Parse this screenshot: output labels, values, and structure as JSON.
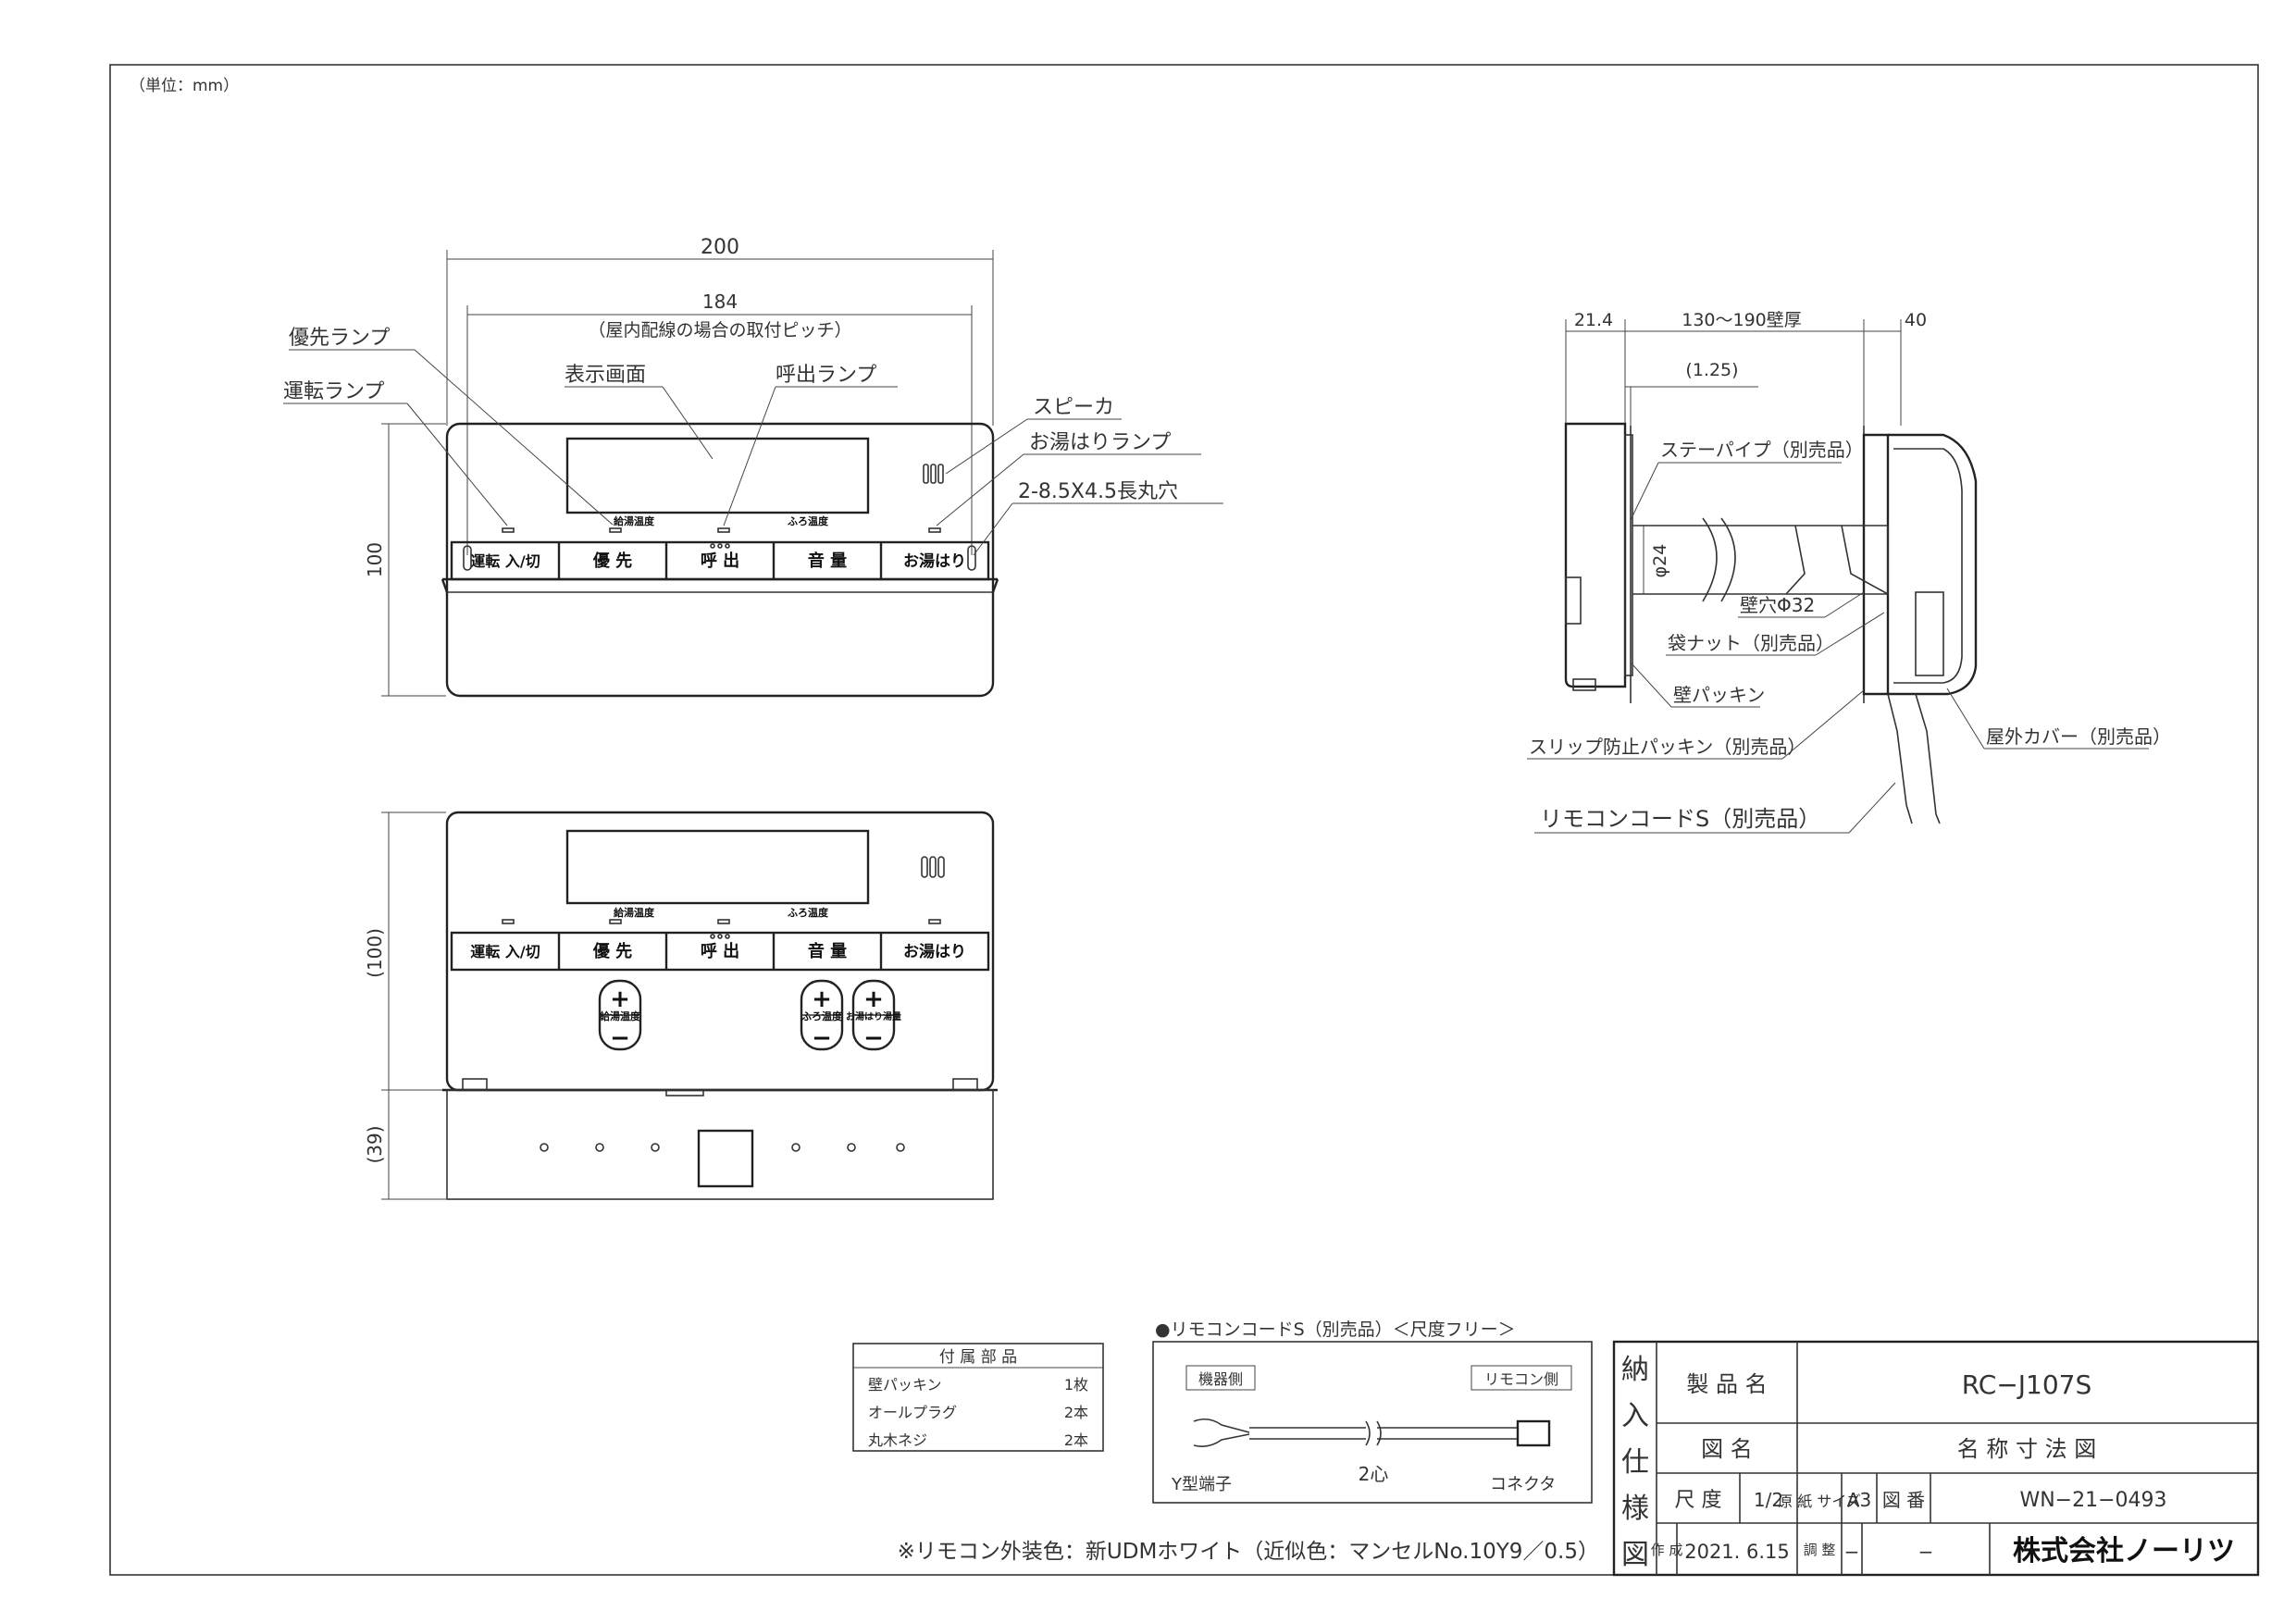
{
  "unit_note": "（単位：mm）",
  "front_view": {
    "dim_width": "200",
    "dim_pitch": "184",
    "dim_pitch_note": "（屋内配線の場合の取付ピッチ）",
    "dim_height": "100",
    "labels": {
      "yusen_lamp": "優先ランプ",
      "unten_lamp": "運転ランプ",
      "display": "表示画面",
      "call_lamp": "呼出ランプ",
      "speaker": "スピーカ",
      "oyuhari_lamp": "お湯はりランプ",
      "long_hole": "2-8.5X4.5長丸穴"
    },
    "buttons": [
      "運転 入/切",
      "優 先",
      "呼 出",
      "音 量",
      "お湯はり"
    ],
    "lamp_labels": [
      "給湯温度",
      "ふろ温度"
    ]
  },
  "open_view": {
    "dim_height": "(100)",
    "dim_lower": "(39)",
    "buttons": [
      "運転 入/切",
      "優 先",
      "呼 出",
      "音 量",
      "お湯はり"
    ],
    "lamp_labels": [
      "給湯温度",
      "ふろ温度"
    ],
    "temp_labels": [
      "給湯温度",
      "ふろ温度",
      "お湯はり湯量"
    ]
  },
  "side_view": {
    "dims": [
      "21.4",
      "130～190壁厚",
      "40",
      "(1.25)"
    ],
    "phi24": "φ24",
    "labels": {
      "stay_pipe": "ステーパイプ（別売品）",
      "wall_hole": "壁穴Φ32",
      "bag_nut": "袋ナット（別売品）",
      "wall_packing": "壁パッキン",
      "slip_packing": "スリップ防止パッキン（別売品）",
      "outdoor_cover": "屋外カバー（別売品）",
      "cord": "リモコンコードS（別売品）"
    }
  },
  "accessories": {
    "title": "付 属 部 品",
    "items": [
      {
        "name": "壁パッキン",
        "qty": "1枚"
      },
      {
        "name": "オールプラグ",
        "qty": "2本"
      },
      {
        "name": "丸木ネジ",
        "qty": "2本"
      }
    ]
  },
  "cord": {
    "title": "●リモコンコードS（別売品）＜尺度フリー＞",
    "device_side": "機器側",
    "remote_side": "リモコン側",
    "y_terminal": "Y型端子",
    "core": "2心",
    "connector": "コネクタ"
  },
  "color_note": "※リモコン外装色：新UDMホワイト（近似色：マンセルNo.10Y9／0.5）",
  "title_block": {
    "side": [
      "納",
      "入",
      "仕",
      "様",
      "図"
    ],
    "product_label": "製 品 名",
    "product": "RC−J107S",
    "drawing_label": "図 名",
    "drawing_name": "名 称 寸 法 図",
    "scale_label": "尺 度",
    "scale": "1/2",
    "paper_label": "原 紙 サイズ",
    "paper": "A3",
    "number_label": "図 番",
    "number": "WN−21−0493",
    "created_label": "作 成",
    "created": "2021. 6.15",
    "adjust_label": "調 整",
    "adjust": "−",
    "adjust2": "−",
    "company": "株式会社ノーリツ"
  }
}
